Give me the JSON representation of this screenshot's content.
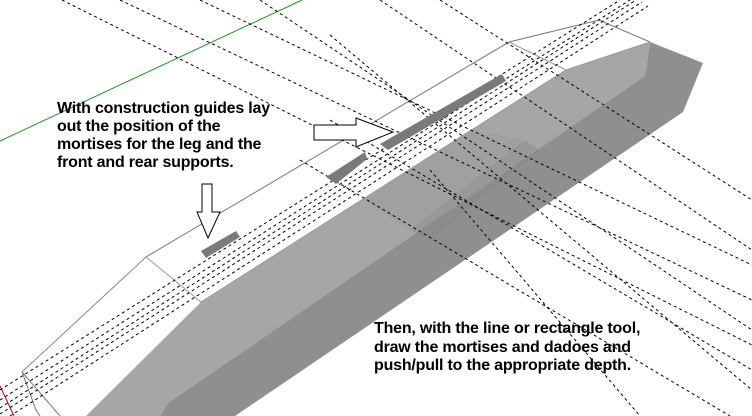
{
  "annotations": {
    "guides_note": [
      "With construction guides lay",
      "out the position of the",
      "mortises for the leg and the",
      "front and rear supports."
    ],
    "tool_note": [
      "Then, with the line or rectangle tool,",
      "draw the mortises and dadoes and",
      "push/pull to the appropriate depth."
    ]
  },
  "colors": {
    "background": "#ffffff",
    "face_light": "#a6a6a6",
    "face_dark": "#8f8f8f",
    "mortise": "#7a7a7a",
    "axis_green": "#1a9a1a",
    "axis_red": "#c00000",
    "guide": "#000000"
  }
}
